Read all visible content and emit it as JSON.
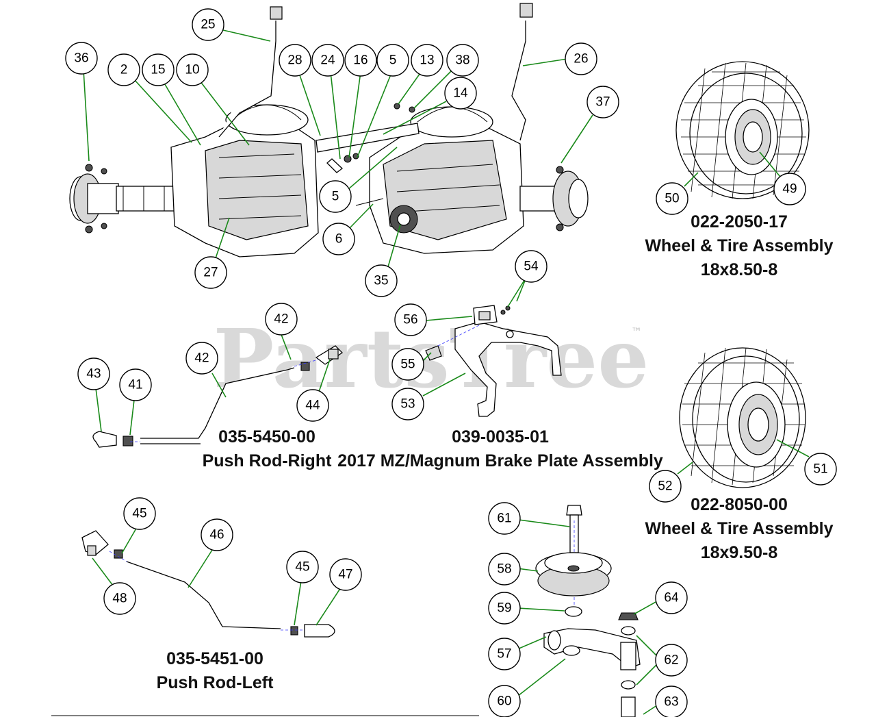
{
  "watermark": {
    "text": "PartsTree",
    "trademark": "™"
  },
  "colors": {
    "leader": "#1a8a1a",
    "axis": "#3a3aff",
    "watermark": "#d9d9d9"
  },
  "assemblies": {
    "wheel_front": {
      "number": "022-2050-17",
      "name": "Wheel & Tire Assembly",
      "size": "18x8.50-8"
    },
    "wheel_rear": {
      "number": "022-8050-00",
      "name": "Wheel & Tire Assembly",
      "size": "18x9.50-8"
    },
    "push_rod_right": {
      "number": "035-5450-00",
      "name": "Push Rod-Right"
    },
    "brake_plate": {
      "number": "039-0035-01",
      "name": "2017 MZ/Magnum Brake Plate Assembly"
    },
    "push_rod_left": {
      "number": "035-5451-00",
      "name": "Push Rod-Left"
    }
  },
  "callouts": [
    "25",
    "36",
    "2",
    "15",
    "10",
    "28",
    "24",
    "16",
    "5",
    "13",
    "38",
    "14",
    "26",
    "37",
    "5",
    "6",
    "27",
    "35",
    "50",
    "49",
    "54",
    "56",
    "55",
    "53",
    "42",
    "42",
    "44",
    "43",
    "41",
    "52",
    "51",
    "45",
    "46",
    "45",
    "47",
    "48",
    "61",
    "58",
    "59",
    "57",
    "60",
    "64",
    "62",
    "63"
  ]
}
